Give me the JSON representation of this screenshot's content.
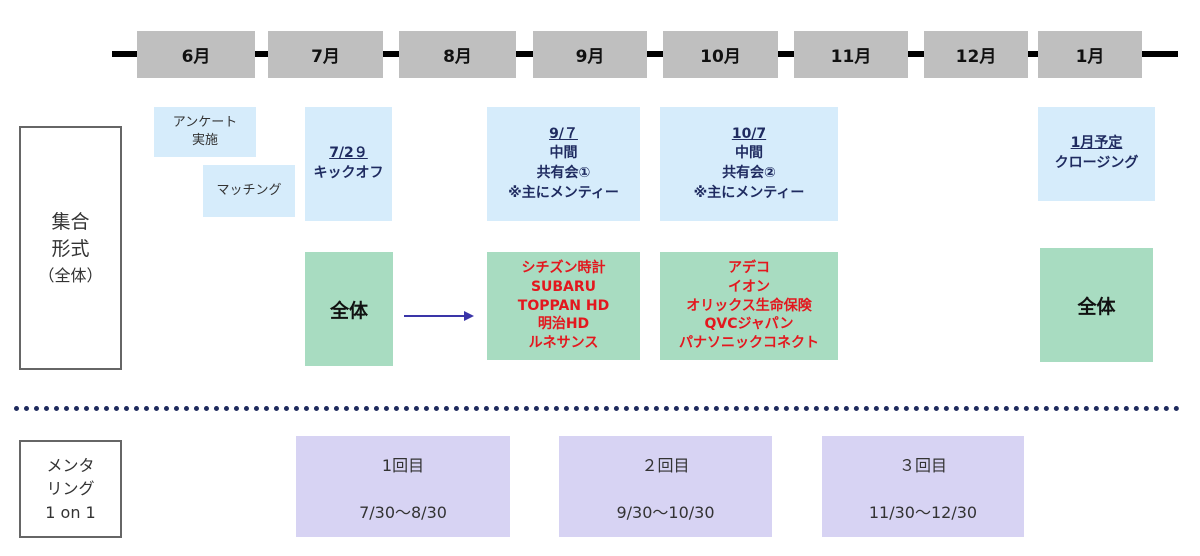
{
  "timeline": {
    "months": [
      "6月",
      "7月",
      "8月",
      "9月",
      "10月",
      "11月",
      "12月",
      "1月"
    ]
  },
  "row_labels": {
    "group": {
      "line1": "集合",
      "line2": "形式",
      "line3": "（全体）"
    },
    "mentoring": {
      "line1": "メンタ",
      "line2": "リング",
      "line3": "1 on 1"
    }
  },
  "group_row": {
    "survey": {
      "line1": "アンケート",
      "line2": "実施"
    },
    "matching": {
      "line1": "マッチング"
    },
    "kickoff": {
      "date": "7/2９",
      "title": "キックオフ"
    },
    "midpoint1": {
      "date": "9/７",
      "line1": "中間",
      "line2": "共有会①",
      "line3": "※主にメンティー"
    },
    "midpoint2": {
      "date": "10/7",
      "line1": "中間",
      "line2": "共有会②",
      "line3": "※主にメンティー"
    },
    "closing": {
      "date": "1月予定",
      "title": "クロージング"
    },
    "all_july": "全体",
    "all_january": "全体",
    "companies_sep": [
      "シチズン時計",
      "SUBARU",
      "TOPPAN HD",
      "明治HD",
      "ルネサンス"
    ],
    "companies_oct": [
      "アデコ",
      "イオン",
      "オリックス生命保険",
      "QVCジャパン",
      "パナソニックコネクト"
    ]
  },
  "mentoring_row": [
    {
      "round": "1回目",
      "period": "7/30～8/30"
    },
    {
      "round": "２回目",
      "period": "9/30～10/30"
    },
    {
      "round": "３回目",
      "period": "11/30～12/30"
    }
  ],
  "colors": {
    "month_box": "#bfbfbf",
    "light_blue": "#d6ecfb",
    "green": "#a8dcc1",
    "red_text": "#e3171e",
    "purple": "#d7d3f3",
    "navy": "#1f2b60",
    "arrow": "#3a35a8"
  }
}
